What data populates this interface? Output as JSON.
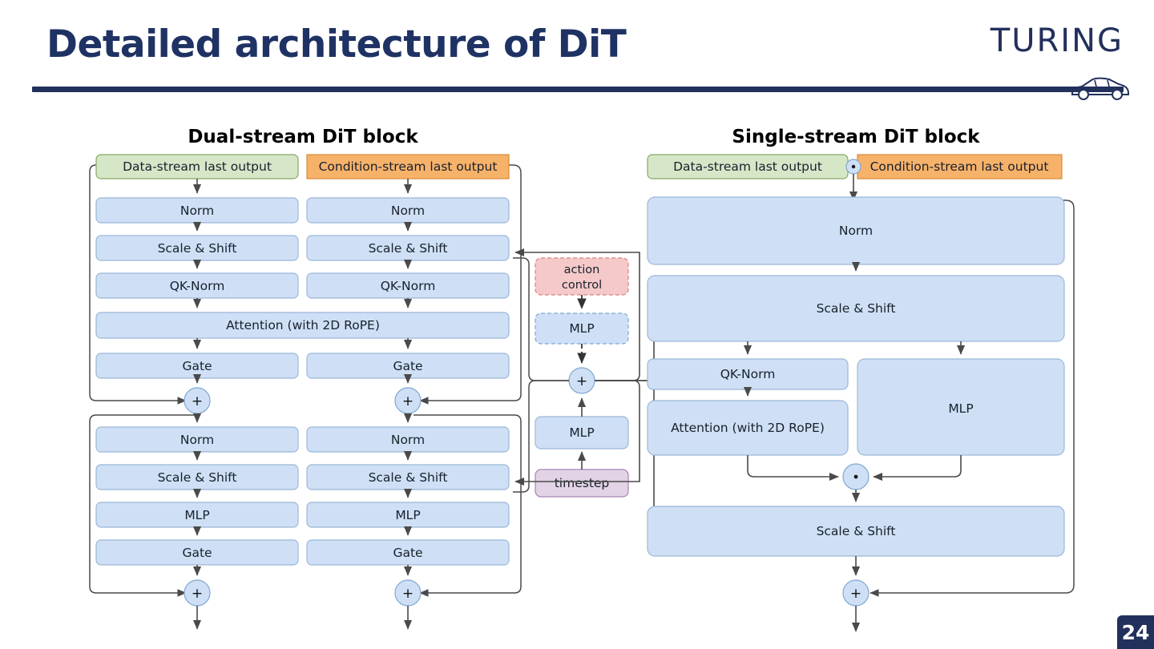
{
  "header": {
    "title": "Detailed architecture of DiT",
    "brand": "TURING",
    "car_icon": "car-icon",
    "page_number": "24"
  },
  "diagram": {
    "left_block": {
      "section_title": "Dual-stream DiT block",
      "data_stream_header": "Data-stream last output",
      "condition_stream_header": "Condition-stream last output",
      "attention_label": "Attention (with 2D RoPE)",
      "data_column": [
        "Norm",
        "Scale & Shift",
        "QK-Norm",
        "Gate"
      ],
      "cond_column": [
        "Norm",
        "Scale & Shift",
        "QK-Norm",
        "Gate"
      ],
      "data_column2": [
        "Norm",
        "Scale & Shift",
        "MLP",
        "Gate"
      ],
      "cond_column2": [
        "Norm",
        "Scale & Shift",
        "MLP",
        "Gate"
      ],
      "add_op": "+"
    },
    "middle_column": {
      "action_control": "action control",
      "action_control_line1": "action",
      "action_control_line2": "control",
      "action_mlp": "MLP",
      "add_op": "+",
      "timestep_mlp": "MLP",
      "timestep": "timestep"
    },
    "right_block": {
      "section_title": "Single-stream DiT block",
      "data_stream_header": "Data-stream last output",
      "condition_stream_header": "Condition-stream last output",
      "concat_op": "·",
      "norm": "Norm",
      "scale_shift_top": "Scale & Shift",
      "qk_norm": "QK-Norm",
      "attention": "Attention (with 2D RoPE)",
      "mlp": "MLP",
      "merge_op": "·",
      "scale_shift_bottom": "Scale & Shift",
      "add_op": "+"
    }
  },
  "colors": {
    "navy": "#22305c",
    "blue_fill": "#cfe0f6",
    "blue_stroke": "#9bb7d6",
    "green_fill": "#d6e7c8",
    "orange_fill": "#f7b26a",
    "pink_fill": "#f5c9c9",
    "purple_fill": "#e2d3e6",
    "wire": "#4a4a4a"
  }
}
